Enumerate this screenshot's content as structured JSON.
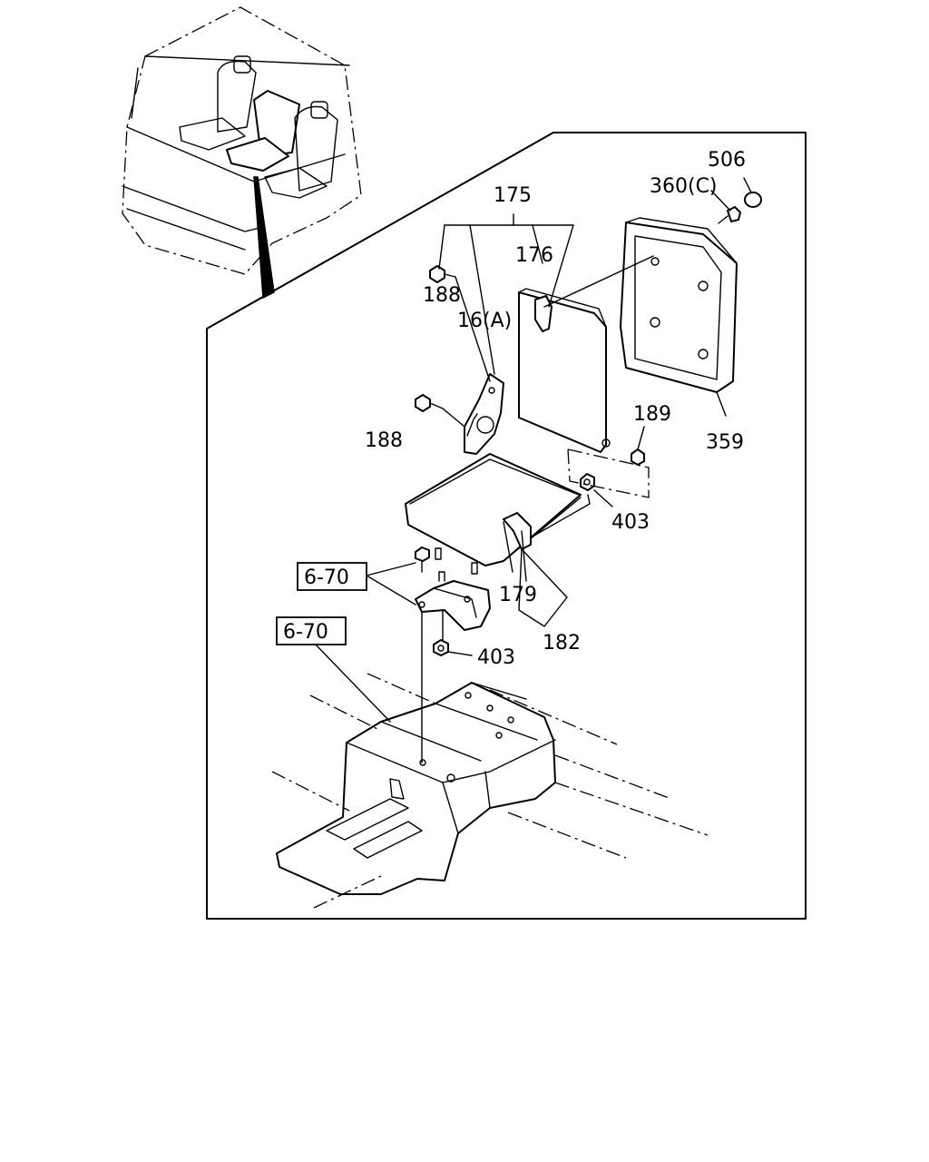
{
  "labels": {
    "p506": "506",
    "p360c": "360(C)",
    "p175": "175",
    "p176": "176",
    "p188a": "188",
    "p16a": "16(A)",
    "p188b": "188",
    "p189": "189",
    "p359": "359",
    "p403a": "403",
    "p670a": "6-70",
    "p179": "179",
    "p182": "182",
    "p670b": "6-70",
    "p403b": "403"
  }
}
